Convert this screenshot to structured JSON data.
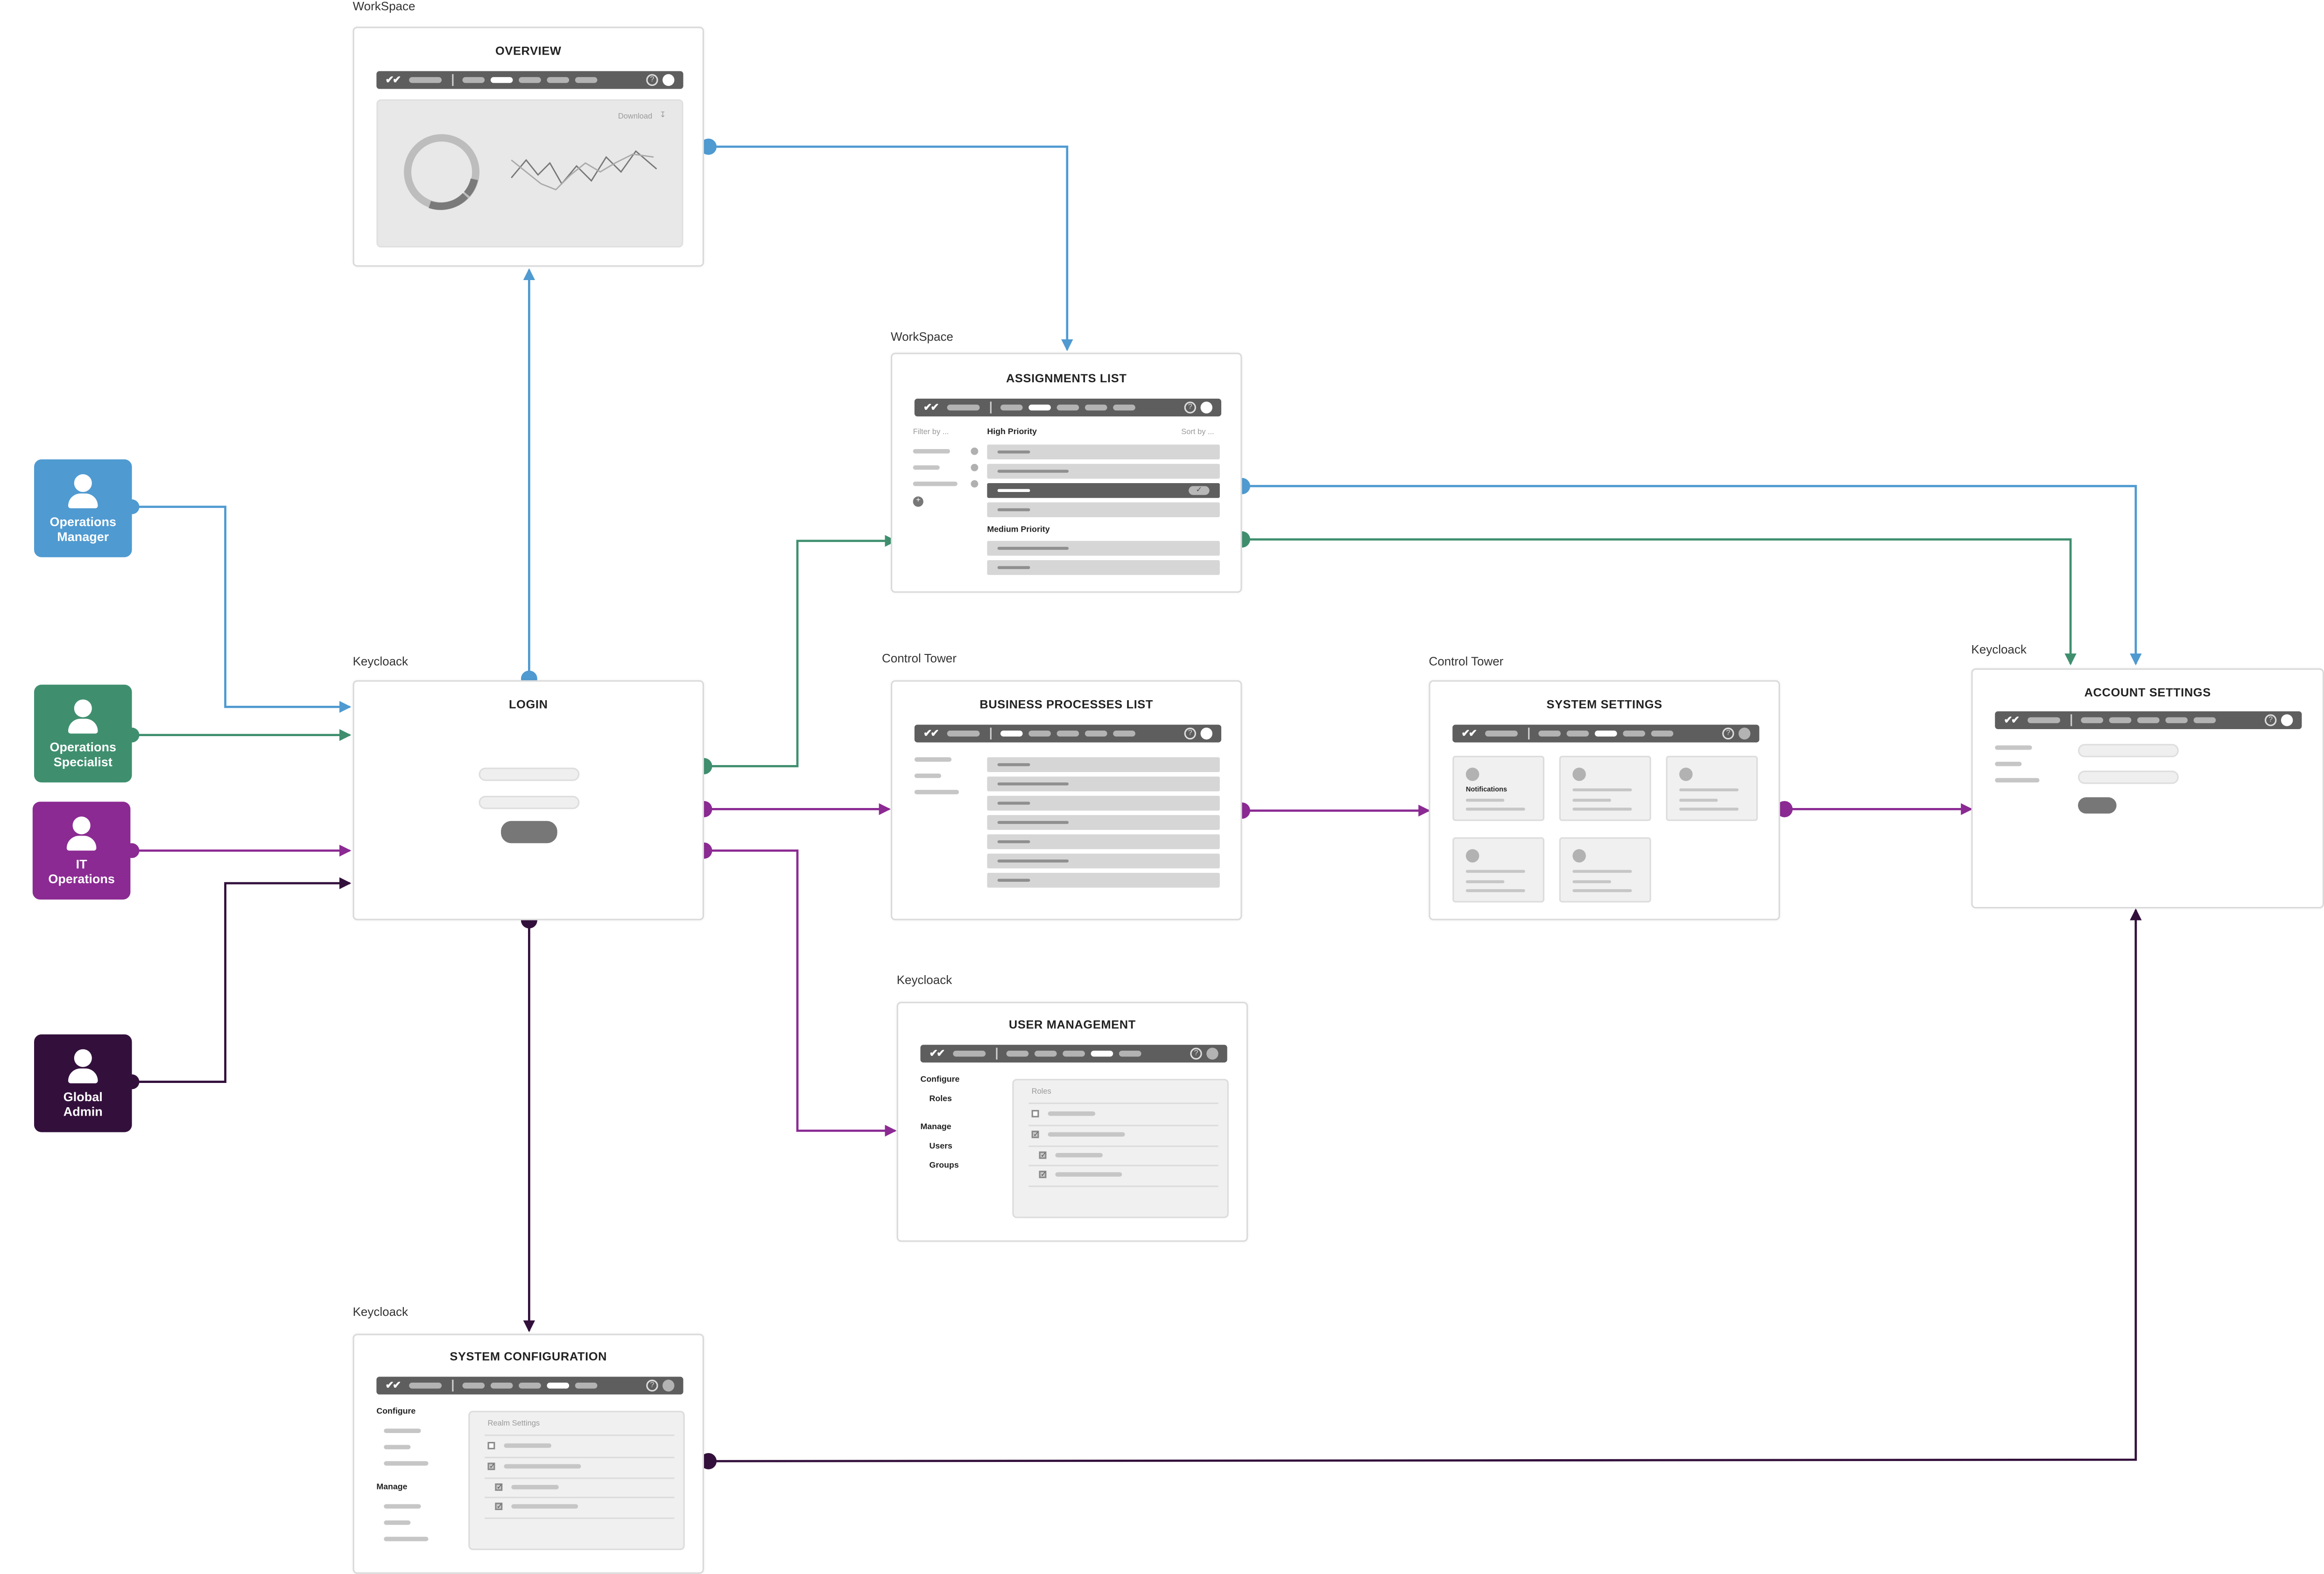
{
  "colors": {
    "manager": "#4f9ad1",
    "specialist": "#3f8f6f",
    "it_ops": "#8b2a93",
    "admin": "#33103c",
    "toolbar": "#5e5e5e"
  },
  "personas": [
    {
      "line1": "Operations",
      "line2": "Manager",
      "color": "#4f9ad1",
      "icon": "person-icon"
    },
    {
      "line1": "Operations",
      "line2": "Specialist",
      "color": "#3f8f6f",
      "icon": "person-icon"
    },
    {
      "line1": "IT",
      "line2": "Operations",
      "color": "#8b2a93",
      "icon": "person-icon"
    },
    {
      "line1": "Global",
      "line2": "Admin",
      "color": "#33103c",
      "icon": "person-icon"
    }
  ],
  "screens": {
    "overview": {
      "system": "WorkSpace",
      "title": "OVERVIEW",
      "download": "Download"
    },
    "login": {
      "system": "Keycloack",
      "title": "LOGIN"
    },
    "assignments": {
      "system": "WorkSpace",
      "title": "ASSIGNMENTS LIST",
      "filter": "Filter by ...",
      "sort": "Sort by ...",
      "group1": "High Priority",
      "group2": "Medium Priority"
    },
    "business": {
      "system": "Control Tower",
      "title": "BUSINESS PROCESSES LIST"
    },
    "system_settings": {
      "system": "Control Tower",
      "title": "SYSTEM SETTINGS",
      "tile_label": "Notifications"
    },
    "account": {
      "system": "Keycloack",
      "title": "ACCOUNT SETTINGS"
    },
    "user_mgmt": {
      "system": "Keycloack",
      "title": "USER MANAGEMENT",
      "configure": "Configure",
      "roles": "Roles",
      "manage": "Manage",
      "users": "Users",
      "groups": "Groups",
      "panel_title": "Roles"
    },
    "sys_config": {
      "system": "Keycloack",
      "title": "SYSTEM CONFIGURATION",
      "configure": "Configure",
      "manage": "Manage",
      "panel_title": "Realm Settings"
    }
  }
}
